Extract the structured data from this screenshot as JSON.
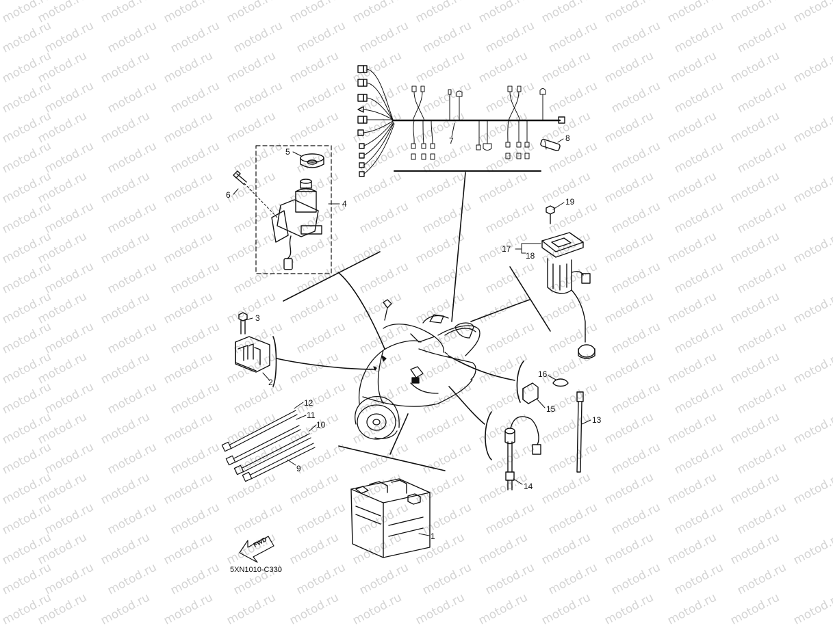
{
  "diagram": {
    "drawing_code": "5XN1010-C330",
    "fwd_label": "FWD",
    "watermark_text": "motod.ru",
    "callouts": [
      {
        "id": "p1",
        "label": "1"
      },
      {
        "id": "p2",
        "label": "2"
      },
      {
        "id": "p3",
        "label": "3"
      },
      {
        "id": "p4",
        "label": "4"
      },
      {
        "id": "p5",
        "label": "5"
      },
      {
        "id": "p6",
        "label": "6"
      },
      {
        "id": "p7",
        "label": "7"
      },
      {
        "id": "p8",
        "label": "8"
      },
      {
        "id": "p9",
        "label": "9"
      },
      {
        "id": "p10",
        "label": "10"
      },
      {
        "id": "p11",
        "label": "11"
      },
      {
        "id": "p12",
        "label": "12"
      },
      {
        "id": "p13",
        "label": "13"
      },
      {
        "id": "p14",
        "label": "14"
      },
      {
        "id": "p15",
        "label": "15"
      },
      {
        "id": "p16",
        "label": "16"
      },
      {
        "id": "p17",
        "label": "17"
      },
      {
        "id": "p18",
        "label": "18"
      },
      {
        "id": "p19",
        "label": "19"
      }
    ]
  }
}
